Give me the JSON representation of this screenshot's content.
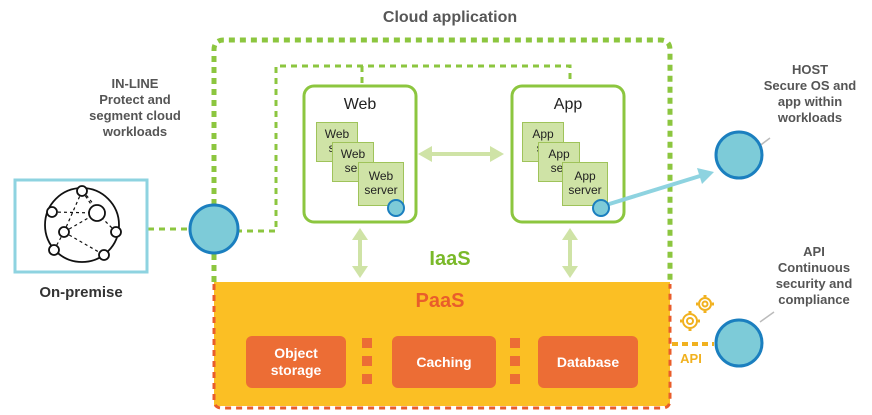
{
  "diagram": {
    "title": "Cloud application",
    "inline": {
      "heading": "IN-LINE",
      "line1": "Protect and",
      "line2": "segment cloud",
      "line3": "workloads"
    },
    "on_premise": {
      "label": "On-premise"
    },
    "web": {
      "title": "Web",
      "server_text_1": "Web",
      "server_text_2": "server",
      "back_text": "ser"
    },
    "app": {
      "title": "App",
      "server_text_1": "App",
      "server_text_2": "server",
      "back_text": "se",
      "back_text_2": "ser"
    },
    "iaas": "IaaS",
    "paas": "PaaS",
    "services": [
      {
        "line1": "Object",
        "line2": "storage"
      },
      {
        "line1": "Caching",
        "line2": ""
      },
      {
        "line1": "Database",
        "line2": ""
      }
    ],
    "host": {
      "heading": "HOST",
      "line1": "Secure OS and",
      "line2": "app within",
      "line3": "workloads"
    },
    "api": {
      "heading": "API",
      "line1": "Continuous",
      "line2": "security and",
      "line3": "compliance",
      "connector_label": "API"
    },
    "colors": {
      "green": "#8cc63f",
      "orange_fill": "#fbbf24",
      "orange_border": "#e95d2b",
      "service": "#ec6d35",
      "agent": "#7dcbd8",
      "agent_border": "#1b7fbf",
      "arrow": "#cfe3a6",
      "host_arrow": "#8ed3e0",
      "gear": "#f1b11f"
    }
  }
}
